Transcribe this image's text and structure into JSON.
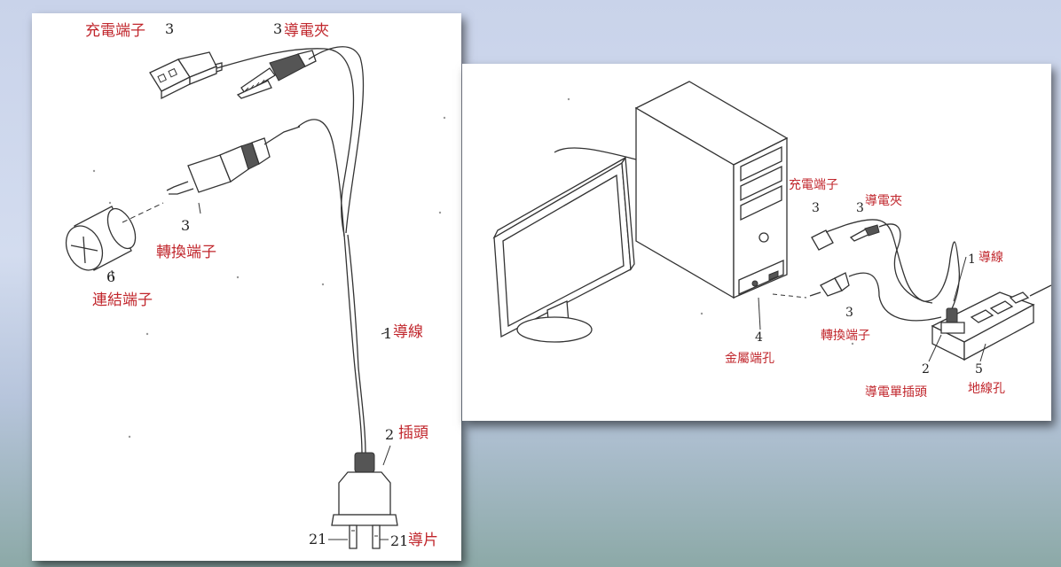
{
  "left": {
    "labels": {
      "charge_terminal": "充電端子",
      "conductive_clip": "導電夾",
      "adapter_terminal": "轉換端子",
      "connect_terminal": "連結端子",
      "wire": "導線",
      "plug": "插頭",
      "blade": "導片"
    },
    "numbers": {
      "charge": "3",
      "clip": "3",
      "adapter": "3",
      "connect": "6",
      "wire": "1",
      "plug": "2",
      "blade_left": "21",
      "blade_right": "21"
    }
  },
  "right": {
    "labels": {
      "charge_terminal": "充電端子",
      "conductive_clip": "導電夾",
      "wire": "導線",
      "adapter_terminal": "轉換端子",
      "metal_port": "金屬端孔",
      "single_plug": "導電單插頭",
      "ground_hole": "地線孔"
    },
    "numbers": {
      "charge": "3",
      "clip": "3",
      "wire": "1",
      "adapter": "3",
      "metal_port": "4",
      "single_plug": "2",
      "ground_hole": "5"
    }
  },
  "colors": {
    "label": "#c1272d",
    "line": "#333333"
  }
}
